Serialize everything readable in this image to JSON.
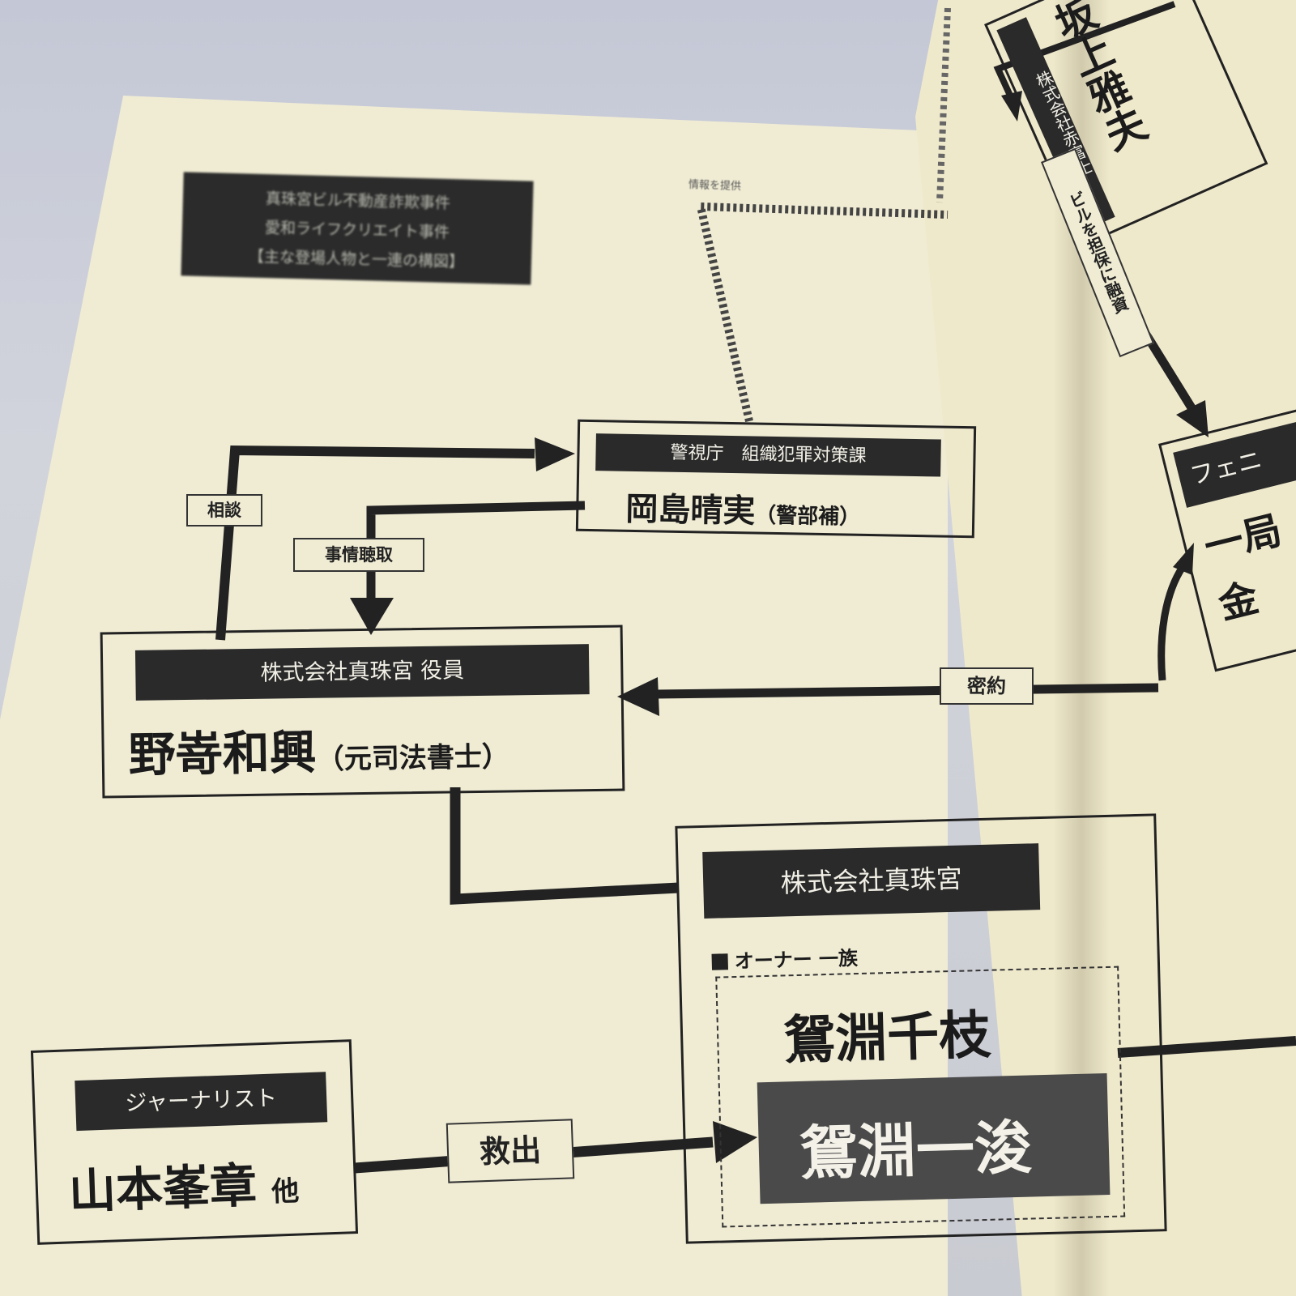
{
  "title": {
    "lines": [
      "真珠宮ビル不動産詐欺事件",
      "愛和ライフクリエイト事件",
      "【主な登場人物と一連の構図】"
    ]
  },
  "edges": {
    "top_dotted": "情報を提供",
    "soudan": "相談",
    "jijou": "事情聴取",
    "mitsuyaku": "密約",
    "kyushutsu": "救出",
    "right_vertical": "ビルを担保に融資"
  },
  "nodes": {
    "police": {
      "org": "警視庁　組織犯罪対策課",
      "name": "岡島晴実",
      "role": "（警部補）"
    },
    "nozaki": {
      "org": "株式会社真珠宮 役員",
      "name": "野嵜和興",
      "role": "（元司法書士）"
    },
    "shinjugu": {
      "org": "株式会社真珠宮",
      "group": "オーナー 一族",
      "member1": "鴛淵千枝",
      "member2": "鴛淵一浚"
    },
    "journalist": {
      "org": "ジャーナリスト",
      "name": "山本峯章",
      "suffix": "他"
    },
    "sakagami": {
      "org": "株式会社赤富士",
      "name": "坂上雅夫"
    },
    "phoenix": {
      "org": "フェニ",
      "line1": "一局",
      "line2": "金"
    }
  }
}
